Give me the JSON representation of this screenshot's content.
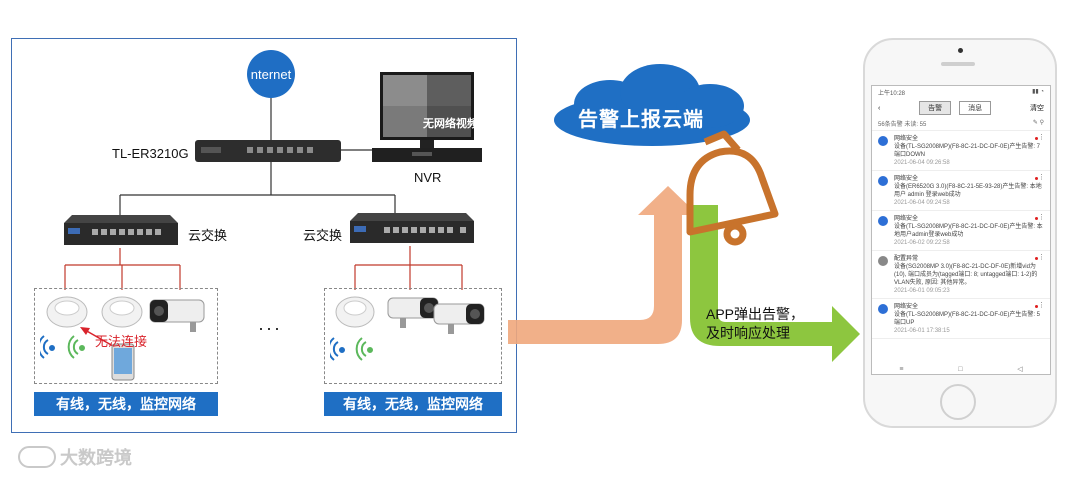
{
  "diagram": {
    "internet_label": "nternet",
    "router_label": "TL-ER3210G",
    "nvr_label": "NVR",
    "nvr_screen_label": "无网络视频",
    "switch_left_label": "云交换",
    "switch_right_label": "云交换",
    "no_connection_label": "无法连接",
    "ellipsis": "···",
    "left_net_label": "有线，无线，监控网络",
    "right_net_label": "有线，无线，监控网络",
    "cloud_label": "告警上报云端",
    "app_alert_line1": "APP弹出告警，",
    "app_alert_line2": "及时响应处理",
    "watermark": "大数跨境"
  },
  "phone": {
    "status_time": "上午10:28",
    "tab_alerts": "告警",
    "tab_messages": "消息",
    "clear_label": "清空",
    "summary": "56条告警 未读: 55",
    "messages": [
      {
        "title": "网络安全",
        "body": "设备(TL-SG2008MP)(F8-8C-21-DC-DF-0E)产生告警: 7端口DOWN",
        "time": "2021-06-04 09:26:58"
      },
      {
        "title": "网络安全",
        "body": "设备(ER6520G 3.0)(F8-8C-21-5E-93-28)产生告警: 本地用户 admin 登录web成功",
        "time": "2021-06-04 09:24:58"
      },
      {
        "title": "网络安全",
        "body": "设备(TL-SG2008MP)(F8-8C-21-DC-DF-0E)产生告警: 本地用户admin登录web成功",
        "time": "2021-06-02 09:22:58"
      },
      {
        "title": "配置异常",
        "body": "设备(SG2008MP 3.0)(F8-8C-21-DC-DF-0E)新增vid为(10), 端口成员为(tagged端口: 8; untagged端口: 1-2)的VLAN失败, 原因: 其他异常。",
        "time": "2021-06-01 09:05:23"
      },
      {
        "title": "网络安全",
        "body": "设备(TL-SG2008MP)(F8-8C-21-DC-DF-0E)产生告警: 5端口UP",
        "time": "2021-06-01 17:38:15"
      }
    ]
  },
  "colors": {
    "accent_blue": "#1f6fc4",
    "orange_arrow": "#f0a77c",
    "green_arrow": "#8dc63f",
    "bell_orange": "#c8732c",
    "alert_red": "#d9232b"
  }
}
